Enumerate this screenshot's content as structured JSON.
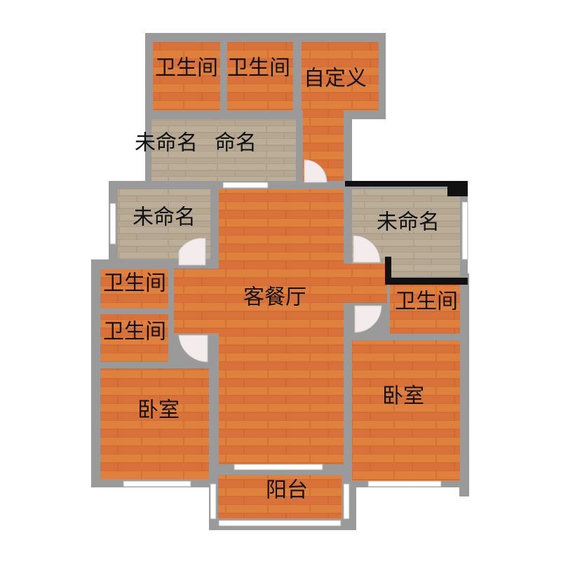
{
  "colors": {
    "wall": "#9a9a9a",
    "wood": "#de7a3a",
    "wood_dark": "#c9642a",
    "wood_light": "#e88a48",
    "tile": "#b5a791",
    "tile_dark": "#a39580",
    "black_wall": "#111111",
    "window": "#ffffff",
    "door_fill": "#f4ecec",
    "door_line": "#c8c8c8"
  },
  "rooms": [
    {
      "id": "bath-top-1",
      "label": "卫生间",
      "floor": "wood"
    },
    {
      "id": "bath-top-2",
      "label": "卫生间",
      "floor": "wood"
    },
    {
      "id": "custom",
      "label": "自定义",
      "floor": "wood"
    },
    {
      "id": "unnamed-top",
      "label": "未命名",
      "floor": "tile"
    },
    {
      "id": "unnamed-top-overlap",
      "label": "命名",
      "floor": "tile"
    },
    {
      "id": "unnamed-left",
      "label": "未命名",
      "floor": "tile"
    },
    {
      "id": "unnamed-right",
      "label": "未命名",
      "floor": "tile"
    },
    {
      "id": "living-dining",
      "label": "客餐厅",
      "floor": "wood"
    },
    {
      "id": "bath-left-1",
      "label": "卫生间",
      "floor": "wood"
    },
    {
      "id": "bath-left-2",
      "label": "卫生间",
      "floor": "wood"
    },
    {
      "id": "bath-right",
      "label": "卫生间",
      "floor": "wood"
    },
    {
      "id": "bedroom-left",
      "label": "卧室",
      "floor": "wood"
    },
    {
      "id": "bedroom-right",
      "label": "卧室",
      "floor": "wood"
    },
    {
      "id": "balcony",
      "label": "阳台",
      "floor": "wood"
    }
  ]
}
